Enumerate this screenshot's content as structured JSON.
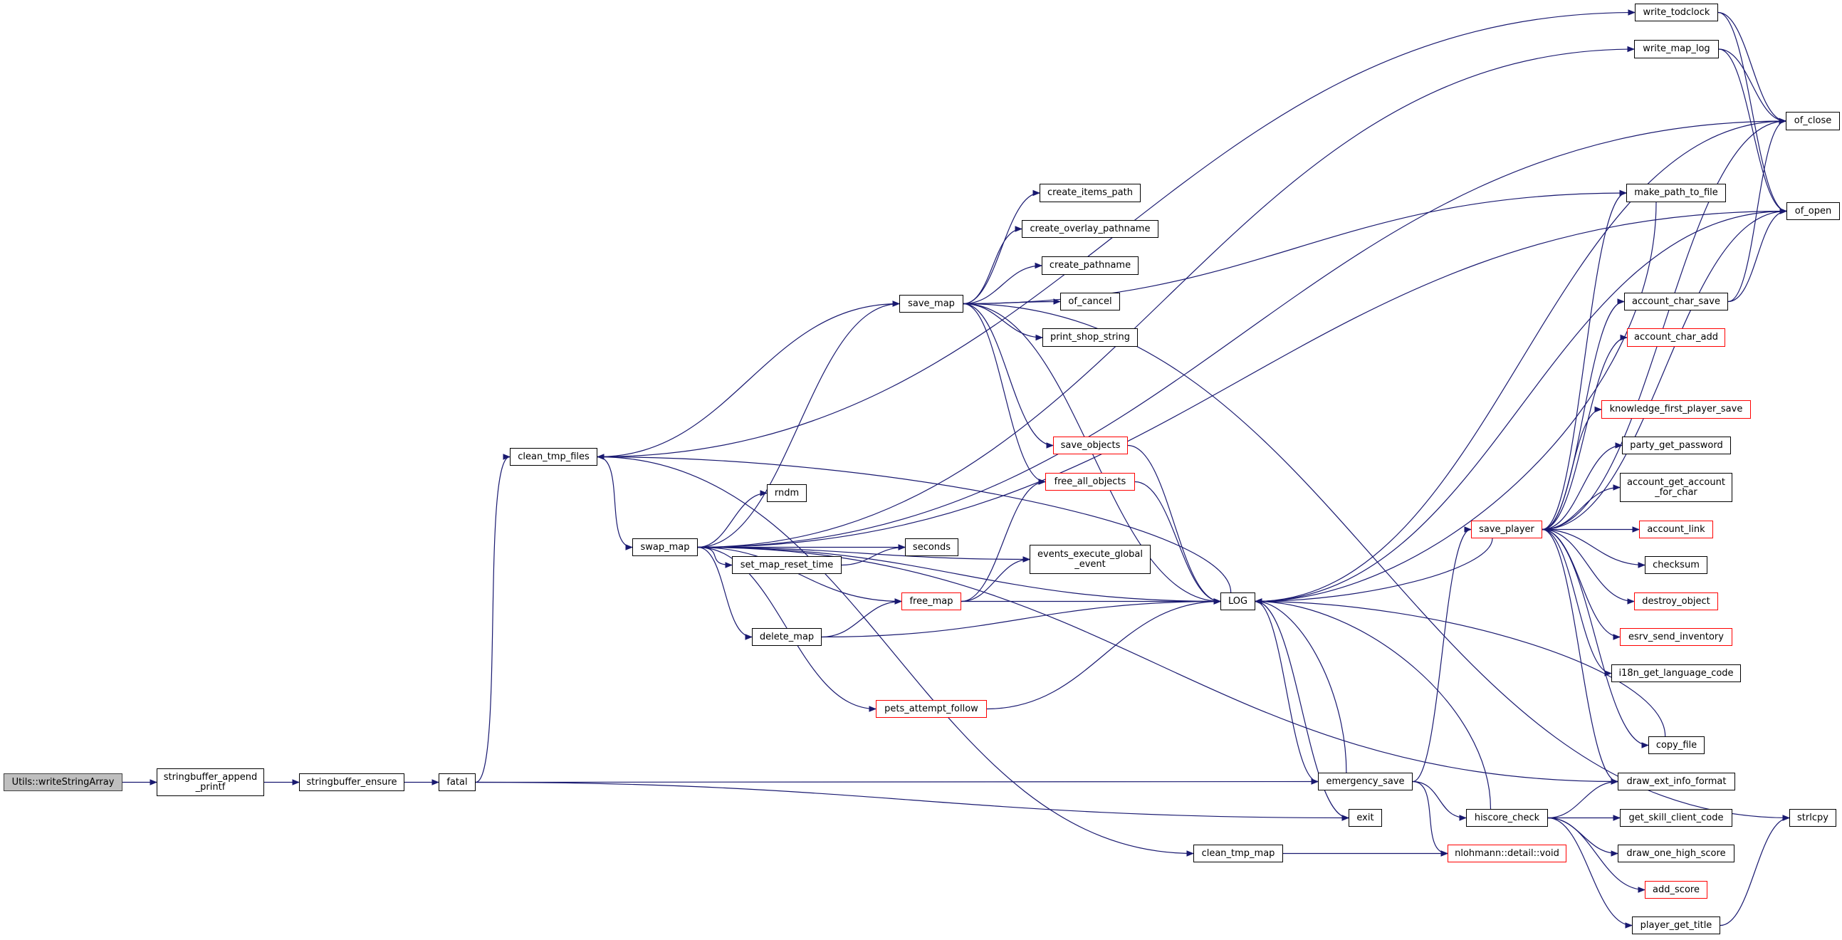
{
  "colors": {
    "edge": "#191970",
    "node_border": "#000000",
    "truncated_border": "#ff0000",
    "root_fill": "#bfbfbf"
  },
  "nodes": {
    "writeStringArray": {
      "label": "Utils::writeStringArray",
      "root": true
    },
    "sb_append_printf": {
      "label": "stringbuffer_append\n_printf"
    },
    "sb_ensure": {
      "label": "stringbuffer_ensure"
    },
    "fatal": {
      "label": "fatal"
    },
    "clean_tmp_files": {
      "label": "clean_tmp_files"
    },
    "swap_map": {
      "label": "swap_map"
    },
    "rndm": {
      "label": "rndm"
    },
    "set_map_reset_time": {
      "label": "set_map_reset_time"
    },
    "delete_map": {
      "label": "delete_map"
    },
    "write_todclock": {
      "label": "write_todclock"
    },
    "write_map_log": {
      "label": "write_map_log"
    },
    "of_close": {
      "label": "of_close"
    },
    "of_open": {
      "label": "of_open"
    },
    "make_path_to_file": {
      "label": "make_path_to_file"
    },
    "create_items_path": {
      "label": "create_items_path"
    },
    "create_overlay_pathname": {
      "label": "create_overlay_pathname"
    },
    "create_pathname": {
      "label": "create_pathname"
    },
    "of_cancel": {
      "label": "of_cancel"
    },
    "print_shop_string": {
      "label": "print_shop_string"
    },
    "save_map": {
      "label": "save_map"
    },
    "save_objects": {
      "label": "save_objects",
      "truncated": true
    },
    "free_all_objects": {
      "label": "free_all_objects",
      "truncated": true
    },
    "seconds": {
      "label": "seconds"
    },
    "events_execute_global_event": {
      "label": "events_execute_global\n_event"
    },
    "free_map": {
      "label": "free_map",
      "truncated": true
    },
    "LOG": {
      "label": "LOG"
    },
    "pets_attempt_follow": {
      "label": "pets_attempt_follow",
      "truncated": true
    },
    "emergency_save": {
      "label": "emergency_save"
    },
    "exit": {
      "label": "exit"
    },
    "clean_tmp_map": {
      "label": "clean_tmp_map"
    },
    "nlohmann_void": {
      "label": "nlohmann::detail::void",
      "truncated": true
    },
    "hiscore_check": {
      "label": "hiscore_check"
    },
    "save_player": {
      "label": "save_player",
      "truncated": true
    },
    "account_char_save": {
      "label": "account_char_save"
    },
    "account_char_add": {
      "label": "account_char_add",
      "truncated": true
    },
    "knowledge_first_player_save": {
      "label": "knowledge_first_player_save",
      "truncated": true
    },
    "party_get_password": {
      "label": "party_get_password"
    },
    "account_get_account_for_char": {
      "label": "account_get_account\n_for_char"
    },
    "account_link": {
      "label": "account_link",
      "truncated": true
    },
    "checksum": {
      "label": "checksum"
    },
    "destroy_object": {
      "label": "destroy_object",
      "truncated": true
    },
    "esrv_send_inventory": {
      "label": "esrv_send_inventory",
      "truncated": true
    },
    "i18n_get_language_code": {
      "label": "i18n_get_language_code"
    },
    "copy_file": {
      "label": "copy_file"
    },
    "draw_ext_info_format": {
      "label": "draw_ext_info_format"
    },
    "get_skill_client_code": {
      "label": "get_skill_client_code"
    },
    "draw_one_high_score": {
      "label": "draw_one_high_score"
    },
    "add_score": {
      "label": "add_score",
      "truncated": true
    },
    "player_get_title": {
      "label": "player_get_title"
    },
    "strlcpy": {
      "label": "strlcpy"
    }
  },
  "edges": [
    [
      "writeStringArray",
      "sb_append_printf"
    ],
    [
      "sb_append_printf",
      "sb_ensure"
    ],
    [
      "sb_ensure",
      "fatal"
    ],
    [
      "fatal",
      "clean_tmp_files"
    ],
    [
      "fatal",
      "emergency_save"
    ],
    [
      "fatal",
      "exit"
    ],
    [
      "clean_tmp_files",
      "write_todclock"
    ],
    [
      "clean_tmp_files",
      "save_map"
    ],
    [
      "clean_tmp_files",
      "swap_map"
    ],
    [
      "clean_tmp_files",
      "clean_tmp_map"
    ],
    [
      "swap_map",
      "write_map_log"
    ],
    [
      "swap_map",
      "of_close"
    ],
    [
      "swap_map",
      "of_open"
    ],
    [
      "swap_map",
      "save_map"
    ],
    [
      "swap_map",
      "rndm"
    ],
    [
      "swap_map",
      "seconds"
    ],
    [
      "swap_map",
      "set_map_reset_time"
    ],
    [
      "swap_map",
      "events_execute_global_event"
    ],
    [
      "swap_map",
      "free_map"
    ],
    [
      "swap_map",
      "delete_map"
    ],
    [
      "swap_map",
      "LOG"
    ],
    [
      "swap_map",
      "pets_attempt_follow"
    ],
    [
      "swap_map",
      "draw_ext_info_format"
    ],
    [
      "set_map_reset_time",
      "seconds"
    ],
    [
      "delete_map",
      "free_map"
    ],
    [
      "delete_map",
      "LOG"
    ],
    [
      "free_map",
      "free_all_objects"
    ],
    [
      "free_map",
      "events_execute_global_event"
    ],
    [
      "free_map",
      "LOG"
    ],
    [
      "pets_attempt_follow",
      "LOG"
    ],
    [
      "save_map",
      "make_path_to_file"
    ],
    [
      "save_map",
      "create_items_path"
    ],
    [
      "save_map",
      "create_overlay_pathname"
    ],
    [
      "save_map",
      "create_pathname"
    ],
    [
      "save_map",
      "of_cancel"
    ],
    [
      "save_map",
      "print_shop_string"
    ],
    [
      "save_map",
      "save_objects"
    ],
    [
      "save_map",
      "free_all_objects"
    ],
    [
      "save_map",
      "LOG"
    ],
    [
      "save_map",
      "strlcpy"
    ],
    [
      "save_objects",
      "LOG"
    ],
    [
      "free_all_objects",
      "LOG"
    ],
    [
      "LOG",
      "clean_tmp_files"
    ],
    [
      "LOG",
      "of_close"
    ],
    [
      "LOG",
      "of_open"
    ],
    [
      "LOG",
      "emergency_save"
    ],
    [
      "LOG",
      "exit"
    ],
    [
      "emergency_save",
      "LOG"
    ],
    [
      "emergency_save",
      "save_player"
    ],
    [
      "emergency_save",
      "hiscore_check"
    ],
    [
      "emergency_save",
      "nlohmann_void"
    ],
    [
      "write_todclock",
      "of_close"
    ],
    [
      "write_todclock",
      "of_open"
    ],
    [
      "write_map_log",
      "of_close"
    ],
    [
      "write_map_log",
      "of_open"
    ],
    [
      "make_path_to_file",
      "LOG"
    ],
    [
      "save_player",
      "LOG"
    ],
    [
      "save_player",
      "make_path_to_file"
    ],
    [
      "save_player",
      "of_close"
    ],
    [
      "save_player",
      "of_open"
    ],
    [
      "save_player",
      "account_char_save"
    ],
    [
      "save_player",
      "account_char_add"
    ],
    [
      "save_player",
      "knowledge_first_player_save"
    ],
    [
      "save_player",
      "party_get_password"
    ],
    [
      "save_player",
      "account_get_account_for_char"
    ],
    [
      "save_player",
      "account_link"
    ],
    [
      "save_player",
      "checksum"
    ],
    [
      "save_player",
      "destroy_object"
    ],
    [
      "save_player",
      "esrv_send_inventory"
    ],
    [
      "save_player",
      "i18n_get_language_code"
    ],
    [
      "save_player",
      "copy_file"
    ],
    [
      "save_player",
      "draw_ext_info_format"
    ],
    [
      "account_char_save",
      "of_close"
    ],
    [
      "account_char_save",
      "of_open"
    ],
    [
      "copy_file",
      "LOG"
    ],
    [
      "hiscore_check",
      "LOG"
    ],
    [
      "hiscore_check",
      "draw_ext_info_format"
    ],
    [
      "hiscore_check",
      "get_skill_client_code"
    ],
    [
      "hiscore_check",
      "draw_one_high_score"
    ],
    [
      "hiscore_check",
      "add_score"
    ],
    [
      "hiscore_check",
      "player_get_title"
    ],
    [
      "clean_tmp_map",
      "nlohmann_void"
    ],
    [
      "player_get_title",
      "strlcpy"
    ]
  ]
}
